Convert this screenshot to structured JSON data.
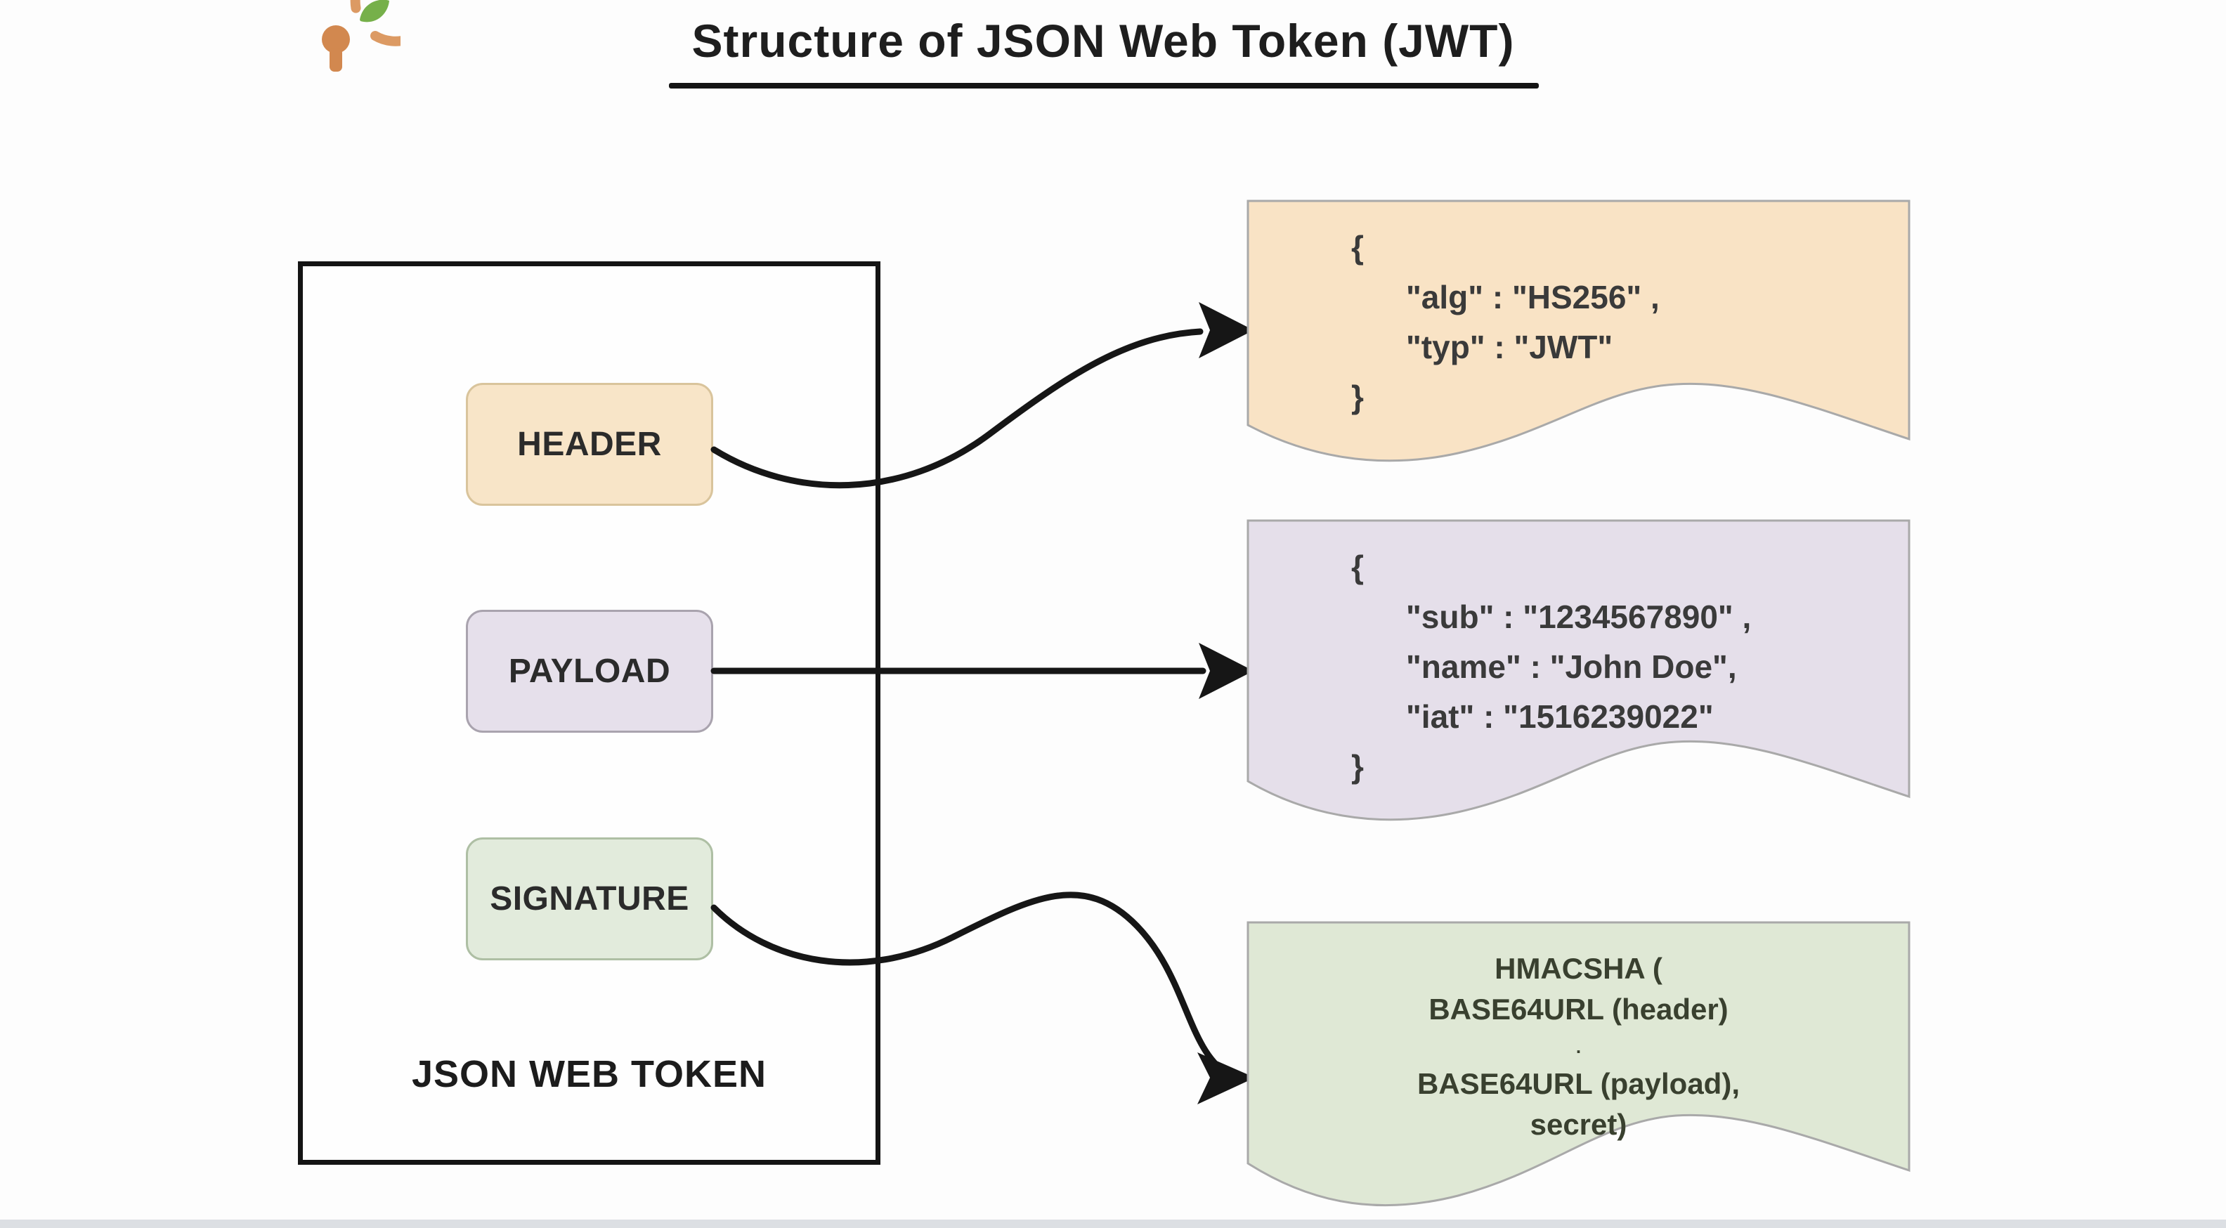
{
  "header": {
    "title": "Structure of JSON Web Token (JWT)",
    "logo": {
      "icon": "orange-ring-keyhole-leaf-logo",
      "ring_color": "#dc9a63",
      "keyhole_color": "#d2884f",
      "leaf_color": "#76b04a"
    }
  },
  "token_box": {
    "label": "JSON WEB TOKEN",
    "parts": [
      {
        "label": "HEADER",
        "fill": "#f8e5c8",
        "border": "#d9c49c"
      },
      {
        "label": "PAYLOAD",
        "fill": "#e6e0eb",
        "border": "#a9a3ae"
      },
      {
        "label": "SIGNATURE",
        "fill": "#e2ebdc",
        "border": "#aebfa4"
      }
    ]
  },
  "cards": [
    {
      "name": "header-json-card",
      "fill": "#f9e3c5",
      "lines": [
        "{",
        "\"alg\" : \"HS256\" ,",
        "\"typ\" : \"JWT\"",
        "}"
      ]
    },
    {
      "name": "payload-json-card",
      "fill": "#e5dfea",
      "lines": [
        "{",
        "\"sub\" : \"1234567890\" ,",
        "\"name\" : \"John Doe\",",
        "\"iat\" : \"1516239022\"",
        "}"
      ]
    },
    {
      "name": "signature-formula-card",
      "fill": "#dfe8d5",
      "lines": [
        "HMACSHA (",
        "BASE64URL (header)",
        ".",
        "BASE64URL (payload),",
        "secret)"
      ]
    }
  ],
  "arrows": {
    "color": "#161616",
    "connections": [
      {
        "from": "HEADER",
        "to": "header-json-card"
      },
      {
        "from": "PAYLOAD",
        "to": "payload-json-card"
      },
      {
        "from": "SIGNATURE",
        "to": "signature-formula-card"
      }
    ]
  }
}
